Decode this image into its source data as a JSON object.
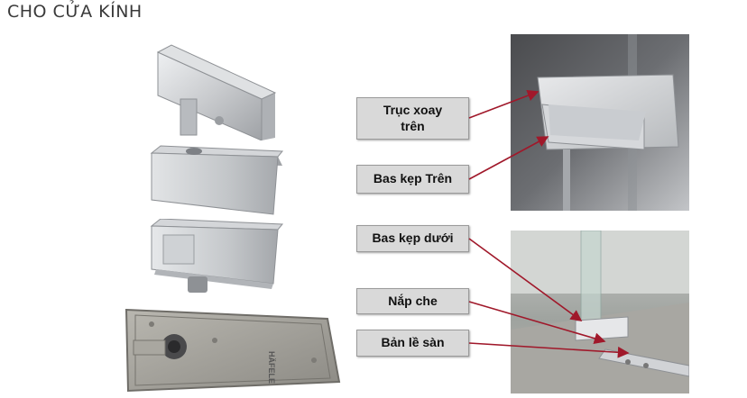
{
  "header": {
    "title": "CHO CỬA KÍNH"
  },
  "labels": {
    "top_pivot": "Trục xoay trên",
    "top_clamp": "Bas kẹp Trên",
    "bottom_clamp": "Bas kẹp dưới",
    "cover": "Nắp che",
    "floor_hinge": "Bản lề sàn"
  },
  "products": {
    "floor_hinge_brand": "HÄFELE"
  },
  "colors": {
    "arrow": "#a0182a",
    "label_bg": "#d9d9d9",
    "steel": "#c8c9cb"
  }
}
